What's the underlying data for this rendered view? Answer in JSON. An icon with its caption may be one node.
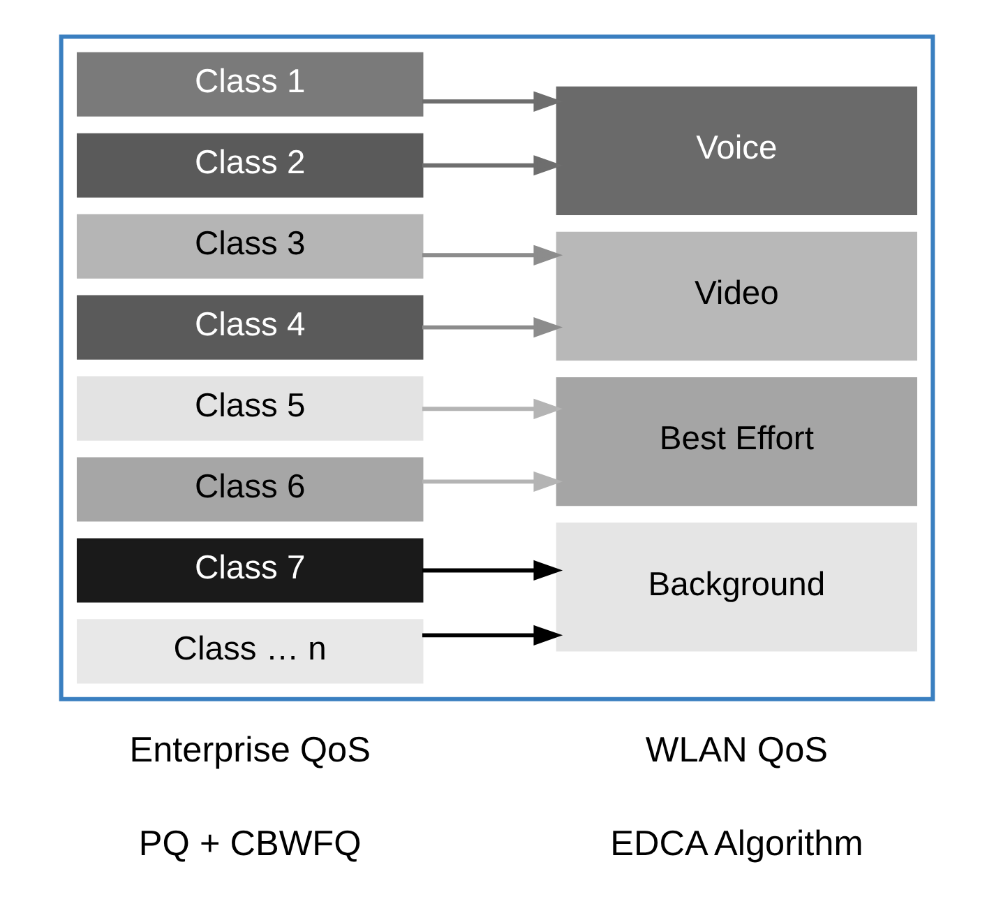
{
  "diagram": {
    "nodes": [
      {
        "text": [],
        "shape": "box"
      },
      {
        "text": [
          "Class 1"
        ],
        "in": 0
      },
      {
        "text": [
          "Class 2"
        ],
        "in": 0
      },
      {
        "text": [
          "Class 3"
        ],
        "in": 0
      },
      {
        "text": [
          "Class 4"
        ],
        "in": 0
      },
      {
        "text": [
          "Class 5"
        ],
        "in": 0
      },
      {
        "text": [
          "Class 6"
        ],
        "in": 0
      },
      {
        "text": [
          "Class 7"
        ],
        "in": 0
      },
      {
        "text": [
          "Class … n"
        ],
        "in": 0
      },
      {
        "text": [
          "Voice"
        ],
        "in": 0
      },
      {
        "text": [
          "Video"
        ],
        "in": 0
      },
      {
        "text": [
          "Best Effort"
        ],
        "in": 0
      },
      {
        "text": [
          "Background"
        ],
        "in": 0
      }
    ],
    "edges": [
      {
        "from": 1,
        "to": 9,
        "arrow": "to",
        "color": "#6e6e6e"
      },
      {
        "from": 2,
        "to": 9,
        "arrow": "to",
        "color": "#6e6e6e"
      },
      {
        "from": 3,
        "to": 10,
        "arrow": "to",
        "color": "#8c8c8c"
      },
      {
        "from": 4,
        "to": 10,
        "arrow": "to",
        "color": "#8c8c8c"
      },
      {
        "from": 5,
        "to": 11,
        "arrow": "to",
        "color": "#b4b4b4"
      },
      {
        "from": 6,
        "to": 11,
        "arrow": "to",
        "color": "#b4b4b4"
      },
      {
        "from": 7,
        "to": 12,
        "arrow": "to",
        "color": "#000000"
      },
      {
        "from": 8,
        "to": 12,
        "arrow": "to",
        "color": "#000000"
      }
    ],
    "labels": [
      "Enterprise QoS",
      "WLAN QoS",
      "PQ + CBWFQ",
      "EDCA Algorithm"
    ]
  }
}
